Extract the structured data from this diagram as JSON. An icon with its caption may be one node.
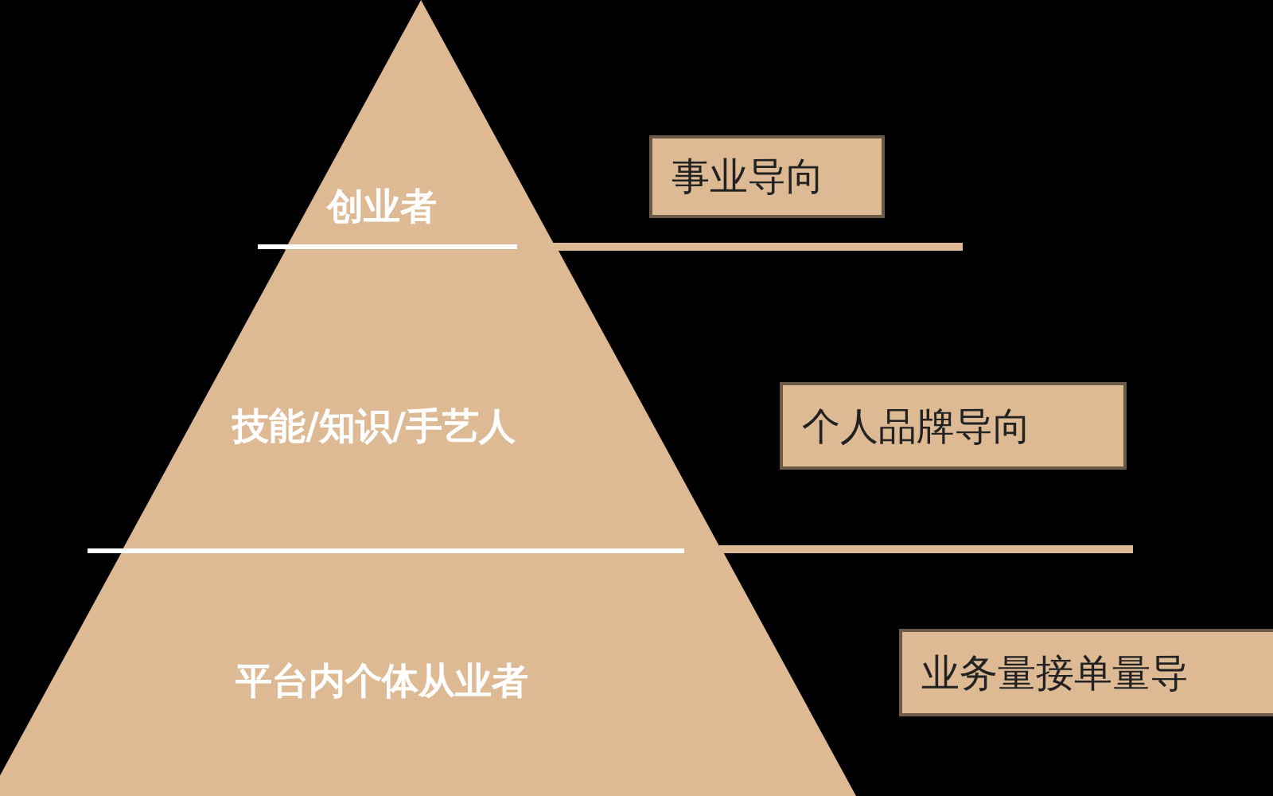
{
  "diagram": {
    "nodes": [
      {
        "text": [
          "创业者"
        ]
      },
      {
        "text": [
          "事业导向"
        ]
      },
      {
        "text": [
          "技能/知识/手艺人"
        ]
      },
      {
        "text": [
          "个人品牌导向"
        ]
      },
      {
        "text": [
          "平台内个体从业者"
        ]
      },
      {
        "text": [
          "业务量接单量导"
        ]
      }
    ],
    "edges": []
  }
}
